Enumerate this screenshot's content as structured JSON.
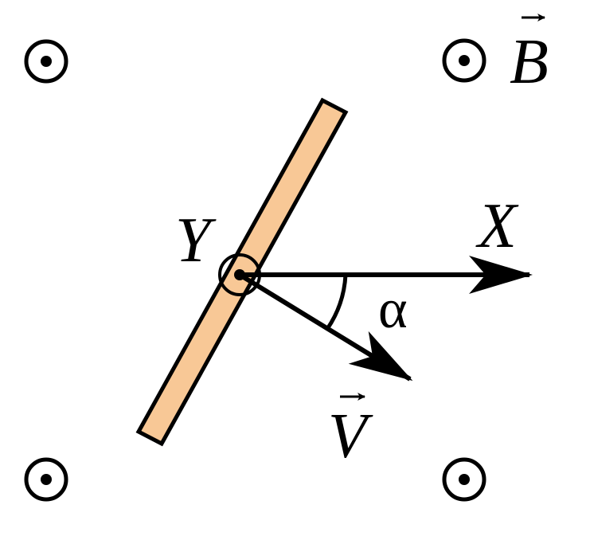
{
  "labels": {
    "field": "B",
    "velocity": "V",
    "x_axis": "X",
    "y_axis": "Y",
    "angle": "α"
  },
  "field_symbol": "dot-in-circle-icon",
  "colors": {
    "rod_fill": "#F8C896",
    "stroke": "#000000",
    "background": "#FFFFFF"
  }
}
